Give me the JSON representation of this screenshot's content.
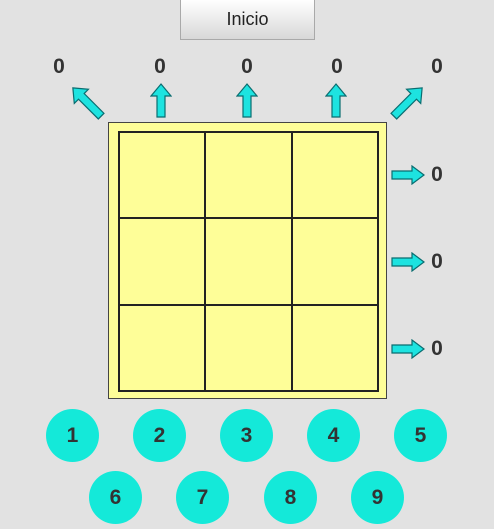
{
  "start_button": {
    "label": "Inicio"
  },
  "sums": {
    "diagonal_left": "0",
    "columns": [
      "0",
      "0",
      "0"
    ],
    "diagonal_right": "0",
    "rows": [
      "0",
      "0",
      "0"
    ]
  },
  "board": {
    "cells": [
      "",
      "",
      "",
      "",
      "",
      "",
      "",
      "",
      ""
    ]
  },
  "number_buttons": [
    "1",
    "2",
    "3",
    "4",
    "5",
    "6",
    "7",
    "8",
    "9"
  ],
  "colors": {
    "board": "#fefe98",
    "arrow": "#1de3e0",
    "number_button": "#14e9d9",
    "background": "#e2e2e2"
  }
}
